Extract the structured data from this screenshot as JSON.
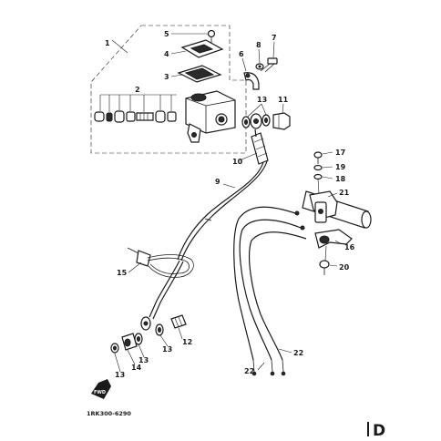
{
  "diagram": {
    "callouts": {
      "c1": "1",
      "c2": "2",
      "c3": "3",
      "c4": "4",
      "c5": "5",
      "c6": "6",
      "c7": "7",
      "c8": "8",
      "c9": "9",
      "c10": "10",
      "c11": "11",
      "c12": "12",
      "c13a": "13",
      "c13b": "13",
      "c13c": "13",
      "c13d": "13",
      "c14": "14",
      "c15": "15",
      "c16": "16",
      "c17": "17",
      "c18": "18",
      "c19": "19",
      "c20": "20",
      "c21": "21",
      "c22a": "22",
      "c22b": "22"
    },
    "drawing_code": "1RK300-6290",
    "fwd_label": "FWD",
    "page_marker": "D"
  }
}
